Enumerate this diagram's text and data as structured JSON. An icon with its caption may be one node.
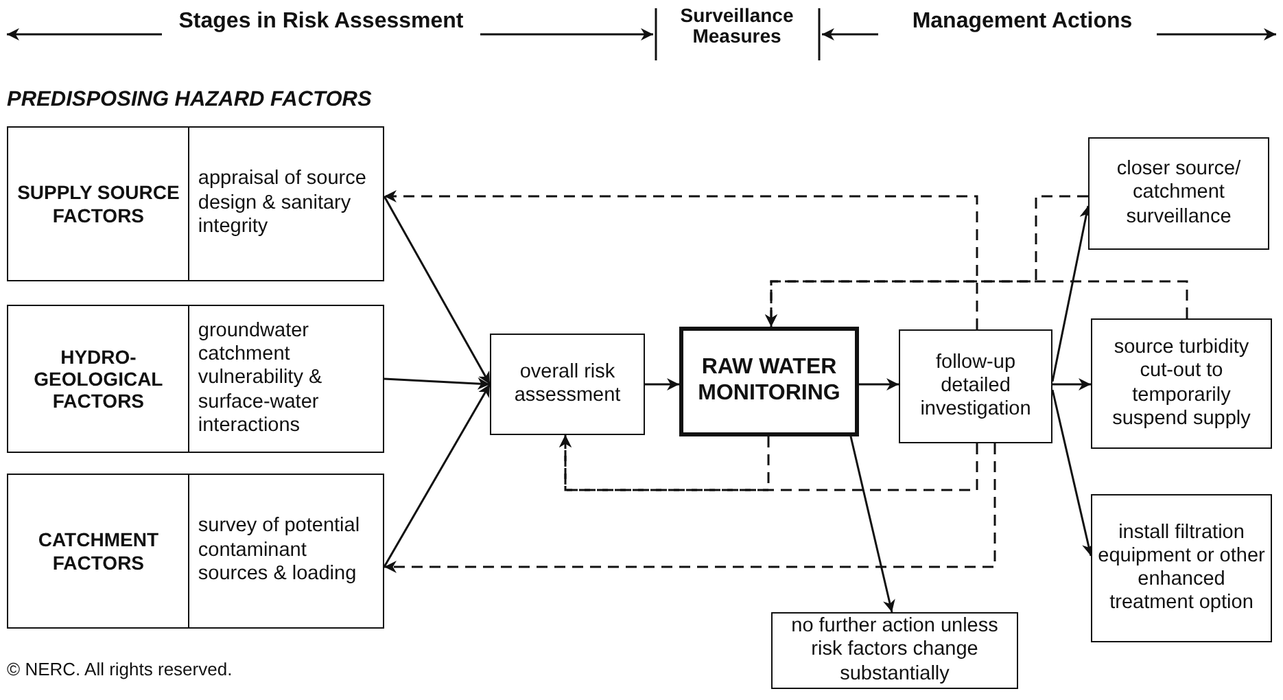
{
  "diagram": {
    "nodes": [
      {
        "text": [
          "SUPPLY SOURCE FACTORS",
          "appraisal of source design & sanitary integrity"
        ]
      },
      {
        "text": [
          "HYDRO-GEOLOGICAL FACTORS",
          "groundwater catchment vulnerability & surface-water interactions"
        ]
      },
      {
        "text": [
          "CATCHMENT FACTORS",
          "survey of potential contaminant sources & loading"
        ]
      },
      {
        "text": [
          "overall risk assessment"
        ]
      },
      {
        "text": [
          "RAW WATER MONITORING"
        ]
      },
      {
        "text": [
          "follow-up detailed investigation"
        ]
      },
      {
        "text": [
          "closer source/ catchment surveillance"
        ]
      },
      {
        "text": [
          "source turbidity cut-out to temporarily suspend supply"
        ]
      },
      {
        "text": [
          "install filtration equipment or other enhanced treatment option"
        ]
      },
      {
        "text": [
          "no further action unless risk factors change substantially"
        ]
      }
    ],
    "edges": [
      {
        "from": 0,
        "to": 3,
        "arrow": "to"
      },
      {
        "from": 1,
        "to": 3,
        "arrow": "to"
      },
      {
        "from": 2,
        "to": 3,
        "arrow": "to"
      },
      {
        "from": 3,
        "to": 4,
        "arrow": "to"
      },
      {
        "from": 4,
        "to": 5,
        "arrow": "to"
      },
      {
        "from": 4,
        "to": 9,
        "arrow": "to"
      },
      {
        "from": 5,
        "to": 6,
        "arrow": "to"
      },
      {
        "from": 5,
        "to": 7,
        "arrow": "to"
      },
      {
        "from": 5,
        "to": 8,
        "arrow": "to"
      },
      {
        "from": 5,
        "to": 0,
        "arrow": "to",
        "style": "dashed"
      },
      {
        "from": 6,
        "to": 4,
        "arrow": "to",
        "style": "dashed"
      },
      {
        "from": 7,
        "to": 4,
        "arrow": "to",
        "style": "dashed"
      },
      {
        "from": 5,
        "to": 3,
        "arrow": "to",
        "style": "dashed"
      },
      {
        "from": 4,
        "to": 3,
        "arrow": "to",
        "style": "dashed"
      },
      {
        "from": 5,
        "to": 2,
        "arrow": "to",
        "style": "dashed"
      }
    ],
    "labels": [
      "Stages in Risk Assessment",
      "Surveillance Measures",
      "Management Actions",
      "PREDISPOSING HAZARD FACTORS",
      "© NERC. All rights reserved."
    ]
  }
}
